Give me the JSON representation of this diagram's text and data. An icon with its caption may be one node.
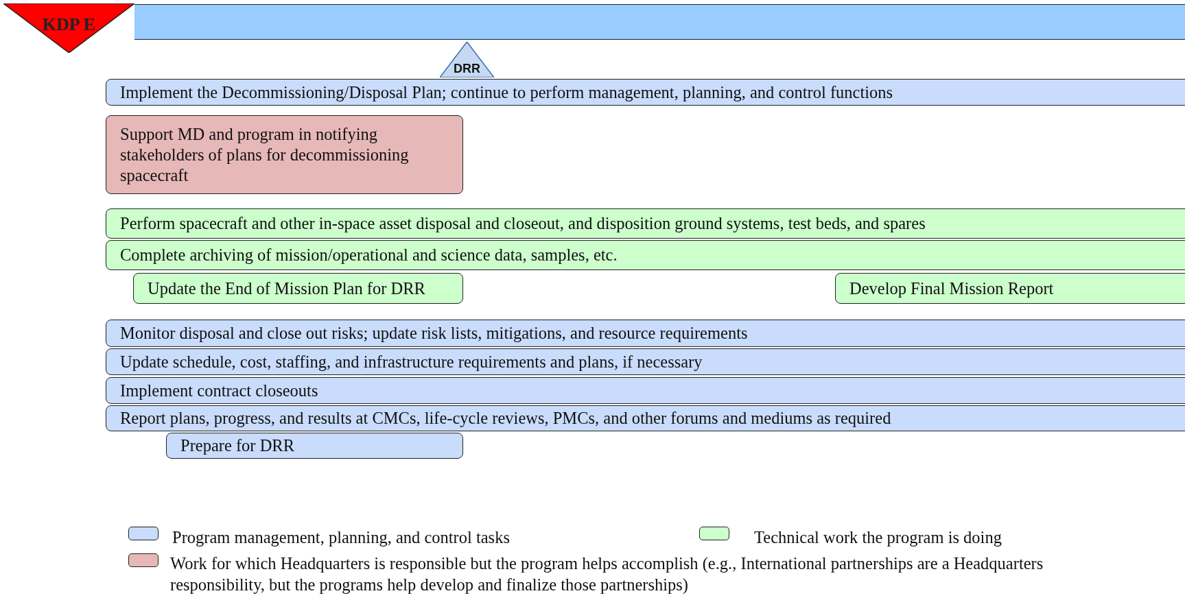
{
  "diagram": {
    "nodes": [
      {
        "text": [],
        "shape": "bar"
      },
      {
        "text": [
          "KDP E"
        ]
      },
      {
        "text": [
          "DRR"
        ]
      },
      {
        "text": [
          "Implement the Decommissioning/Disposal Plan; continue to perform management, planning, and control functions"
        ]
      },
      {
        "text": [
          "Support MD and program in notifying stakeholders of plans for decommissioning spacecraft"
        ]
      },
      {
        "text": [
          "Perform spacecraft and other in-space asset disposal and closeout, and disposition ground systems, test beds, and spares"
        ]
      },
      {
        "text": [
          "Complete archiving of mission/operational and science data, samples, etc."
        ]
      },
      {
        "text": [
          "Update the End of Mission Plan for DRR"
        ]
      },
      {
        "text": [
          "Develop Final Mission Report"
        ]
      },
      {
        "text": [
          "Monitor disposal and close out risks; update risk lists, mitigations, and resource requirements"
        ]
      },
      {
        "text": [
          "Update schedule, cost, staffing, and infrastructure requirements and plans, if necessary"
        ]
      },
      {
        "text": [
          "Implement contract closeouts"
        ]
      },
      {
        "text": [
          "Report plans, progress, and results at CMCs, life-cycle reviews, PMCs, and other forums and mediums as required"
        ]
      },
      {
        "text": [
          "Prepare for DRR"
        ]
      }
    ],
    "edges": [],
    "legend": [
      {
        "text": "Program management, planning, and control tasks",
        "color": "#c9dcfc"
      },
      {
        "text": "Technical work the program is doing",
        "color": "#ccffcc"
      },
      {
        "text": "Work for which Headquarters is responsible but the program helps accomplish (e.g., International partnerships are a Headquarters responsibility, but the programs help develop and finalize those partnerships)",
        "color": "#e6b8b7"
      }
    ]
  }
}
